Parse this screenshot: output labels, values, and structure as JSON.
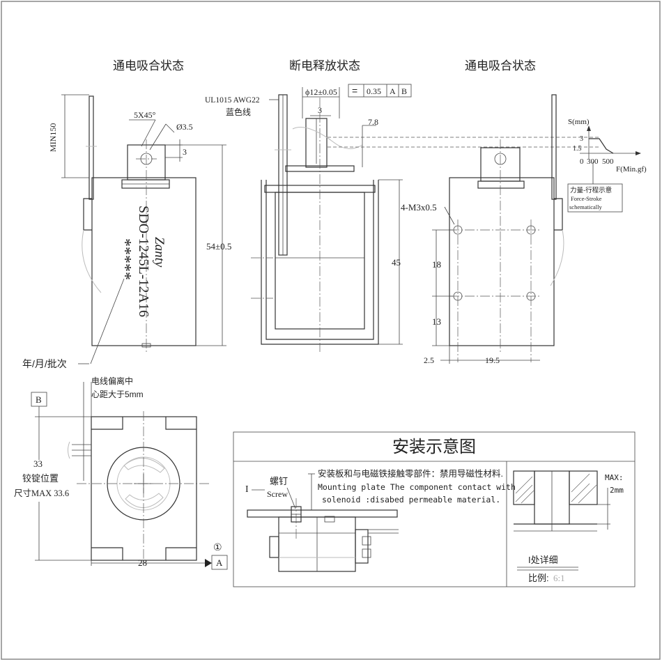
{
  "titles": {
    "left_view": "通电吸合状态",
    "middle_view": "断电释放状态",
    "right_view": "通电吸合状态"
  },
  "left_view": {
    "chamfer": "5X45°",
    "hole_dia": "Ø3.5",
    "dim_3": "3",
    "lead_min": "MIN150",
    "height": "54±0.5",
    "brand": "Zanty",
    "model": "SDO-1245L-12A16",
    "stars": "*****",
    "date_label": "年/月/批次"
  },
  "middle_view": {
    "wire_spec": "UL1015 AWG22",
    "wire_color": "蓝色线",
    "dia_spec": "ϕ12±0.05",
    "tol_sym": "=",
    "tol_val": "0.35",
    "datum_a": "A",
    "datum_b": "B",
    "dim_3": "3",
    "dim_78": "7.8",
    "dim_45": "45"
  },
  "right_view": {
    "axis_s": "S(mm)",
    "tick_3": "3",
    "tick_15": "1.5",
    "tick_0": "0",
    "tick_300": "300",
    "tick_500": "500",
    "axis_f": "F(Min.gf)",
    "curve_label_cn": "力量-行程示意",
    "curve_label_en1": "Force-Stroke",
    "curve_label_en2": "schematically",
    "screw": "4-M3x0.5",
    "dim_18": "18",
    "dim_13": "13",
    "dim_25": "2.5",
    "dim_195": "19.5"
  },
  "bottom_view": {
    "datum_b": "B",
    "note_line1": "电线偏离中",
    "note_line2": "心距大于5mm",
    "dim_33": "33",
    "rivet_label": "铰锭位置",
    "max_label": "尺寸MAX 33.6",
    "dim_28": "28",
    "circle_num": "①",
    "datum_a": "A"
  },
  "install": {
    "title": "安装示意图",
    "marker_i": "I",
    "screw_cn": "螺钉",
    "screw_en": "Screw",
    "note_cn": "安装板和与电磁铁接触零部件：禁用导磁性材料.",
    "note_en1": "Mounting plate The component contact with",
    "note_en2": "solenoid :disabed permeable material.",
    "max_label": "MAX:",
    "max_val": "2mm",
    "detail_label": "I处详细",
    "scale_label": "比例:",
    "scale_val": "6:1"
  }
}
